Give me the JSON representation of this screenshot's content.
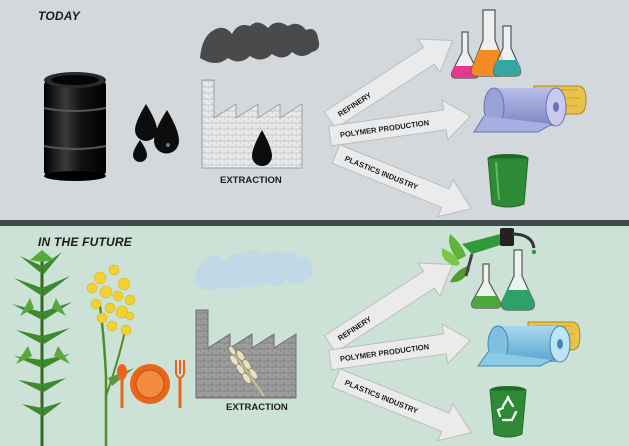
{
  "sections": {
    "today": {
      "title": "TODAY",
      "extraction_label": "EXTRACTION",
      "arrows": [
        "REFINERY",
        "POLYMER PRODUCTION",
        "PLASTICS INDUSTRY"
      ]
    },
    "future": {
      "title": "IN THE FUTURE",
      "extraction_label": "EXTRACTION",
      "arrows": [
        "REFINERY",
        "POLYMER PRODUCTION",
        "PLASTICS INDUSTRY"
      ]
    }
  },
  "colors": {
    "today_background": "#d3d8dc",
    "future_background": "#cde2d7",
    "divider": "#3f4a4c",
    "arrow_fill": "#ebebeb",
    "oil_black": "#111111",
    "smoke_dark": "#4a4a4a",
    "smoke_light": "#bfd9e6",
    "bucket_green": "#2e8a35",
    "plate_orange": "#e8661c"
  },
  "icons": {
    "today": [
      "oil-barrel-icon",
      "oil-drops-icon",
      "smoke-cloud-icon",
      "factory-icon",
      "chemistry-flasks-icon",
      "plastic-rolls-icon",
      "plastic-bucket-icon"
    ],
    "future": [
      "hemp-plant-icon",
      "rapeseed-plant-icon",
      "cutlery-plate-icon",
      "steam-cloud-icon",
      "factory-wheat-icon",
      "fuel-nozzle-icon",
      "chemistry-flasks-icon",
      "plastic-rolls-icon",
      "recycling-bin-icon"
    ]
  }
}
